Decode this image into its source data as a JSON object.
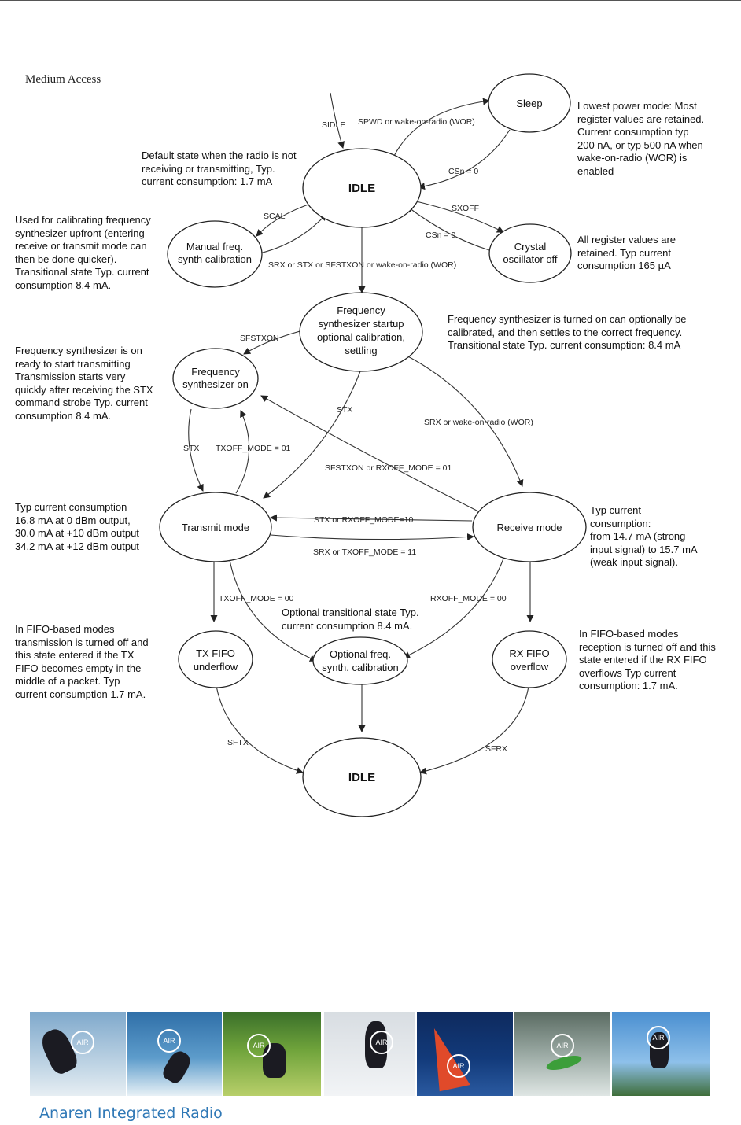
{
  "section_title": "Medium Access",
  "states": {
    "idle_top": "IDLE",
    "sleep": "Sleep",
    "manual_cal": [
      "Manual freq.",
      "synth  calibration"
    ],
    "crystal_off": [
      "Crystal",
      "oscillator off"
    ],
    "fs_startup": [
      "Frequency",
      "synthesizer startup",
      "optional calibration,",
      "settling"
    ],
    "fs_on": [
      "Frequency",
      "synthesizer on"
    ],
    "transmit": "Transmit mode",
    "receive": "Receive mode",
    "tx_underflow": [
      "TX FIFO",
      "underflow"
    ],
    "opt_cal": [
      "Optional freq.",
      "synth. calibration"
    ],
    "rx_overflow": [
      "RX FIFO",
      "overflow"
    ],
    "idle_bottom": "IDLE"
  },
  "transitions": {
    "sidle": "SIDLE",
    "spwd": "SPWD or wake-on-radio (WOR)",
    "csn0_sleep": "CSn = 0",
    "sxoff": "SXOFF",
    "csn0_xosc": "CSn = 0",
    "scal": "SCAL",
    "srx_stx": "SRX or STX or SFSTXON or wake-on-radio (WOR)",
    "sfstxon": "SFSTXON",
    "stx_fs": "STX",
    "srx_wor": "SRX or wake-on-radio (WOR)",
    "stx_left": "STX",
    "txoff01": "TXOFF_MODE = 01",
    "sfstxon_rxoff01": "SFSTXON or RXOFF_MODE = 01",
    "stx_rxoff10": "STX or RXOFF_MODE=10",
    "srx_txoff11": "SRX or TXOFF_MODE = 11",
    "txoff00": "TXOFF_MODE = 00",
    "rxoff00": "RXOFF_MODE = 00",
    "sftx": "SFTX",
    "sfrx": "SFRX"
  },
  "notes": {
    "default_state": "Default state when the radio is not\nreceiving or transmitting, Typ.\ncurrent consumption: 1.7 mA",
    "lowest_power": "Lowest power mode: Most\nregister values are retained.\nCurrent consumption typ\n200 nA, or typ 500 nA when\nwake-on-radio (WOR) is\nenabled",
    "calibrating": "Used for calibrating frequency\nsynthesizer upfront (entering\nreceive or transmit mode can\nthen be done quicker).\nTransitional state  Typ. current\nconsumption  8.4 mA.",
    "all_retained": "All register values are\nretained. Typ  current\nconsumption  165 µA",
    "fs_turned_on": "Frequency synthesizer is turned on  can optionally be\ncalibrated, and then settles to the correct frequency.\nTransitional state  Typ. current consumption: 8.4 mA",
    "fs_ready": "Frequency synthesizer is on\nready to start transmitting\nTransmission starts very\nquickly after receiving the STX\ncommand strobe Typ. current\nconsumption  8.4 mA.",
    "tx_current": "Typ  current consumption\n16.8 mA at 0 dBm output,\n30.0 mA at +10 dBm output\n34.2 mA at +12 dBm output",
    "rx_current": "Typ  current\nconsumption:\nfrom 14.7 mA (strong\ninput signal) to 15.7 mA\n(weak input signal).",
    "optional_transitional": "Optional transitional state  Typ.\ncurrent consumption  8.4 mA.",
    "tx_fifo": "In FIFO-based modes\ntransmission is turned off and\nthis state entered if the TX\nFIFO becomes empty in the\nmiddle of a packet. Typ\ncurrent consumption  1.7 mA.",
    "rx_fifo": "In FIFO-based modes\nreception is turned off and this\nstate entered if the RX FIFO\noverflows  Typ  current\nconsumption: 1.7 mA."
  },
  "banner": {
    "badge": "AIR"
  },
  "footer": "Anaren Integrated Radio"
}
